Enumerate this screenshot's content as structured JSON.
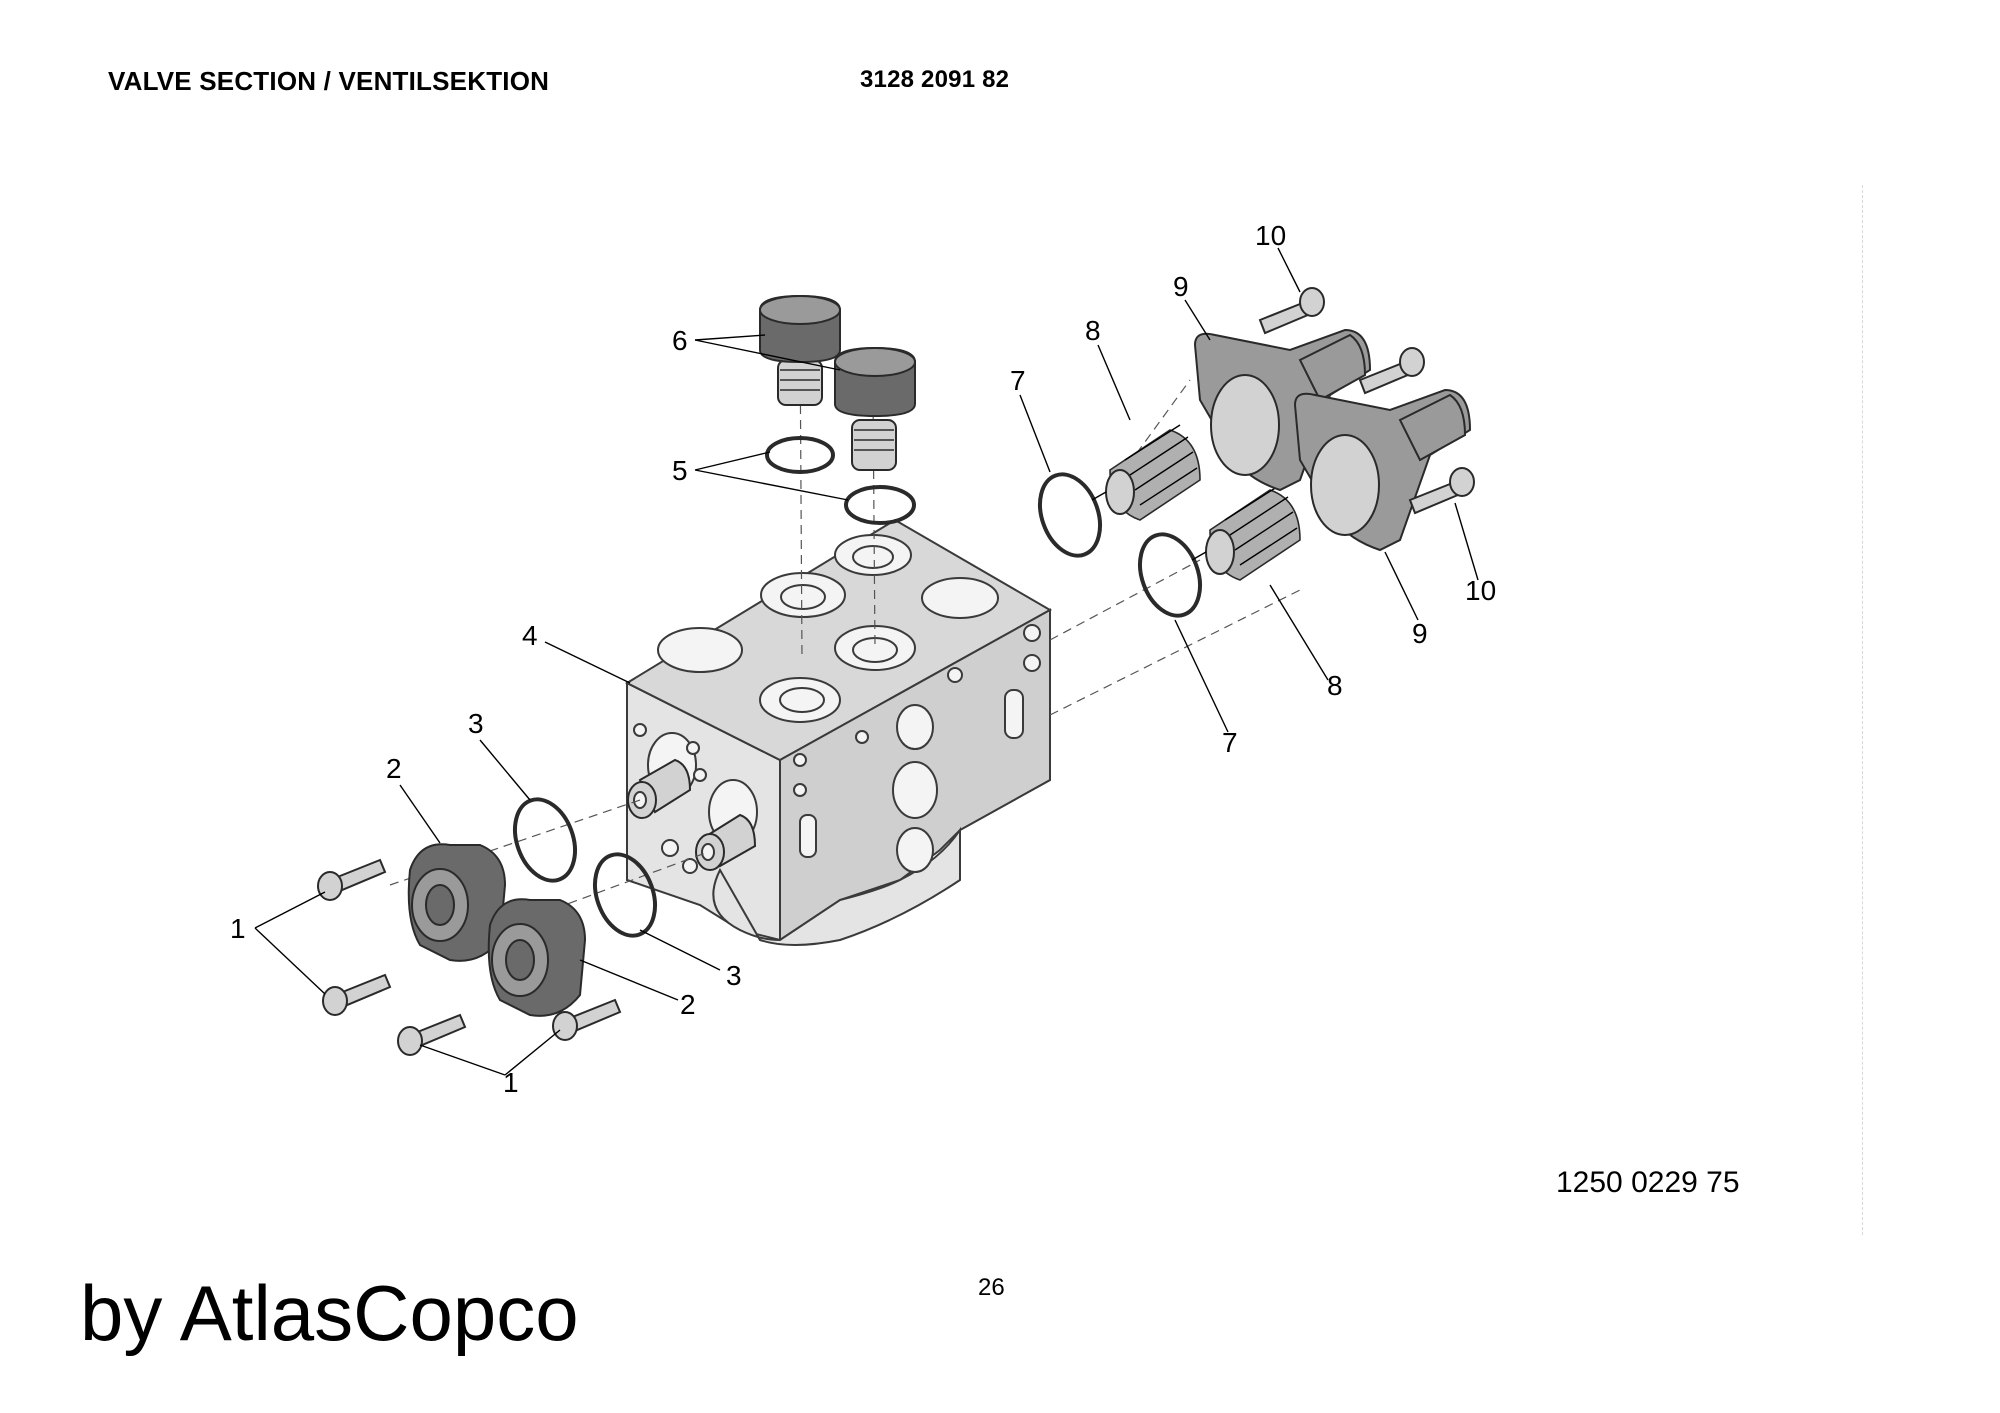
{
  "header": {
    "title": "VALVE SECTION / VENTILSEKTION",
    "part_number": "3128 2091 82"
  },
  "drawing_number": "1250 0229 75",
  "page_number": "26",
  "watermark": "by AtlasCopco",
  "callouts": {
    "c1a": "1",
    "c1b": "1",
    "c2a": "2",
    "c2b": "2",
    "c3a": "3",
    "c3b": "3",
    "c4": "4",
    "c5": "5",
    "c6": "6",
    "c7a": "7",
    "c7b": "7",
    "c8a": "8",
    "c8b": "8",
    "c9a": "9",
    "c9b": "9",
    "c10a": "10",
    "c10b": "10"
  }
}
